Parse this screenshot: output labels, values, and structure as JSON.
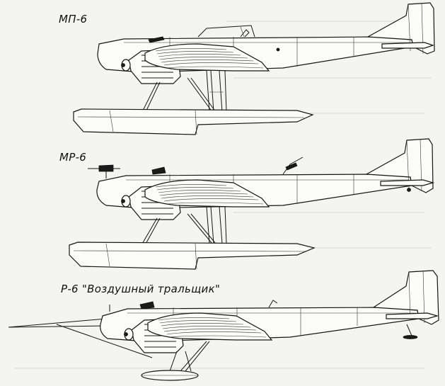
{
  "captions": {
    "mp6": "МП-6",
    "mr6": "МР-6",
    "r6": "Р-6 \"Воздушный тральщик\""
  },
  "colors": {
    "background": "#f4f4f2",
    "ink": "#161616"
  }
}
